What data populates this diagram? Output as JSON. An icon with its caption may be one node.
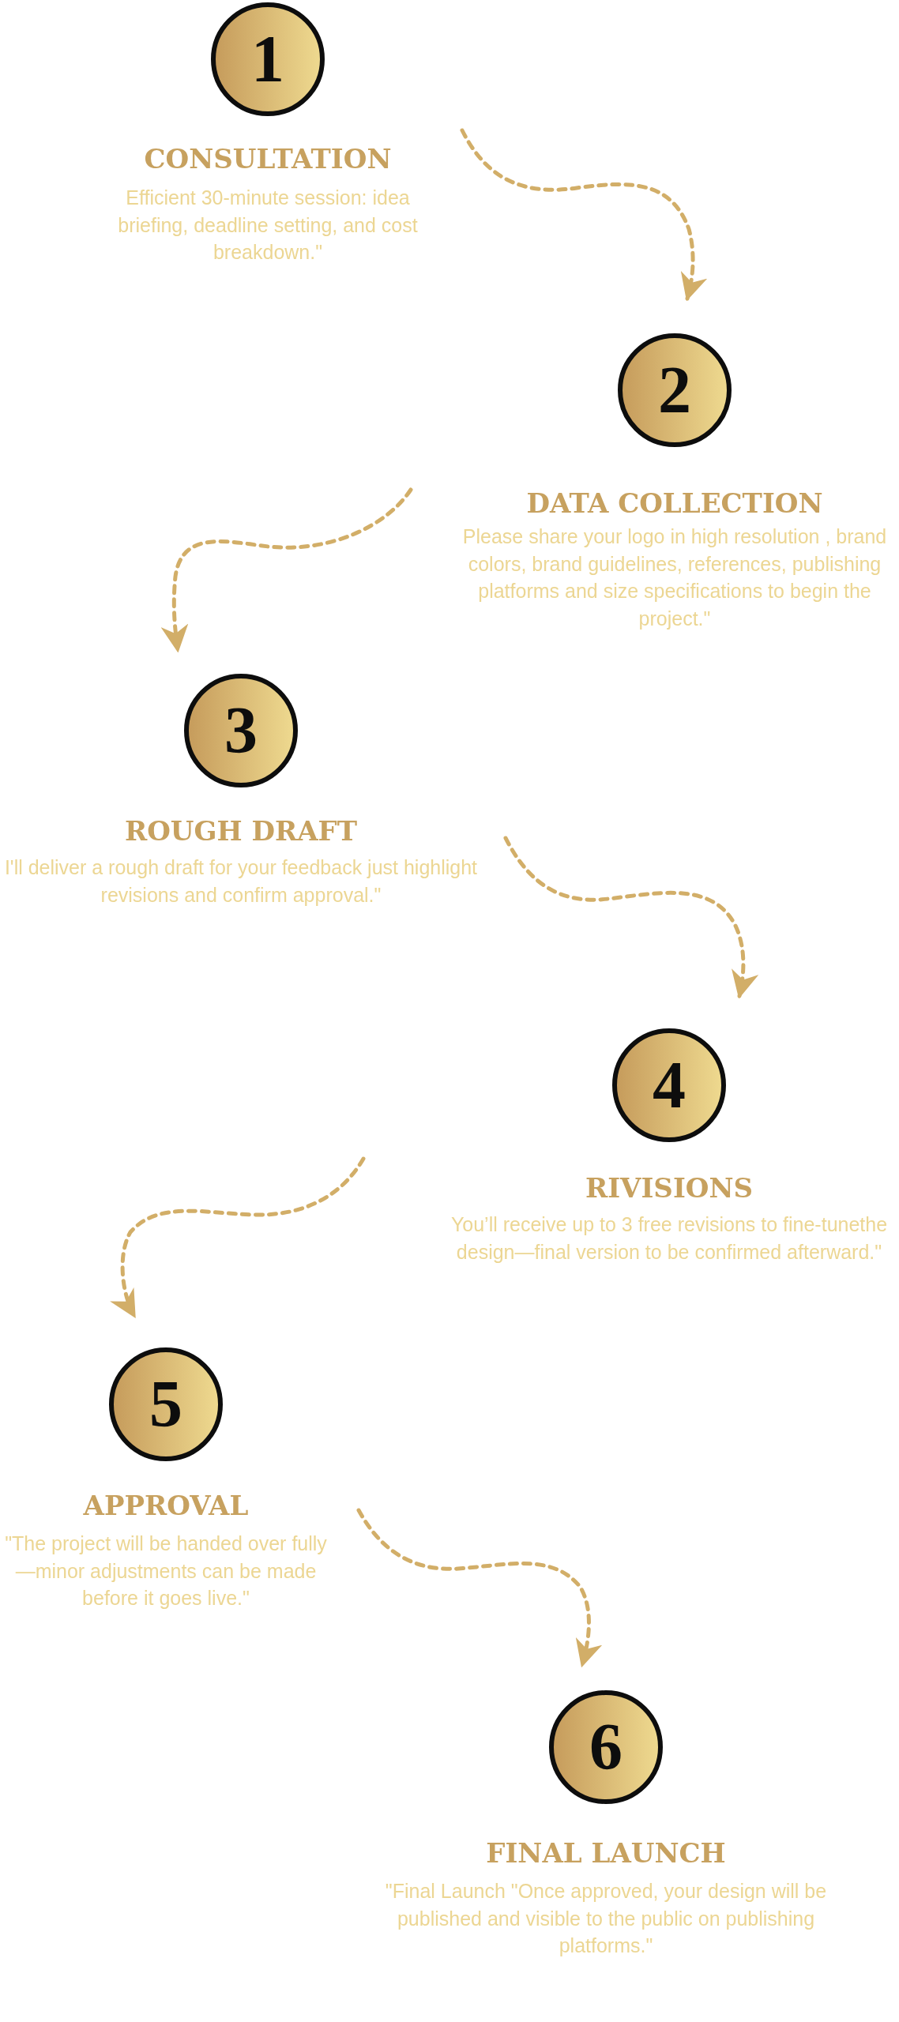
{
  "diagram": {
    "nodes": [
      {
        "text": [
          "1",
          "CONSULTATION",
          "Efficient 30-minute session: idea briefing, deadline setting, and cost breakdown.\""
        ]
      },
      {
        "text": [
          "2",
          "DATA COLLECTION",
          "Please share your logo in high resolution , brand colors, brand guidelines, references, publishing platforms and size specifications to begin the project.\""
        ]
      },
      {
        "text": [
          "3",
          "ROUGH DRAFT",
          "I'll deliver a rough draft for your feedback just highlight revisions and confirm approval.\""
        ]
      },
      {
        "text": [
          "4",
          "RIVISIONS",
          "You’ll receive up to 3 free revisions to fine-tunethe design—final version to be confirmed afterward.\""
        ]
      },
      {
        "text": [
          "5",
          "APPROVAL",
          "\"The project will be handed over fully—minor adjustments can be made before it goes live.\""
        ]
      },
      {
        "text": [
          "6",
          "FINAL LAUNCH",
          "\"Final Launch \"Once approved, your design will be published and visible to the public on publishing platforms.\""
        ]
      }
    ],
    "edges": [
      {
        "from": 0,
        "to": 1,
        "arrow": "to",
        "style": "dashed"
      },
      {
        "from": 1,
        "to": 2,
        "arrow": "to",
        "style": "dashed"
      },
      {
        "from": 2,
        "to": 3,
        "arrow": "to",
        "style": "dashed"
      },
      {
        "from": 3,
        "to": 4,
        "arrow": "to",
        "style": "dashed"
      },
      {
        "from": 4,
        "to": 5,
        "arrow": "to",
        "style": "dashed"
      }
    ]
  }
}
